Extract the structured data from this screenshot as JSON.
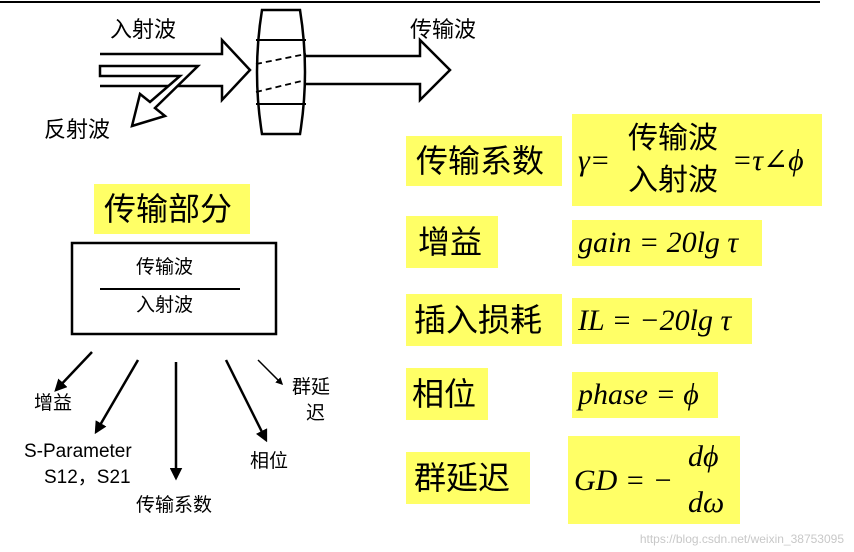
{
  "top_diagram": {
    "incident_label": "入射波",
    "reflected_label": "反射波",
    "transmitted_label": "传输波"
  },
  "transfer_section": {
    "title": "传输部分",
    "box_numerator": "传输波",
    "box_denominator": "入射波"
  },
  "outputs": {
    "gain": "增益",
    "sparam_line1": "S-Parameter",
    "sparam_line2": "S12，S21",
    "transmission_coeff": "传输系数",
    "phase": "相位",
    "group_delay_line1": "群延",
    "group_delay_line2": "迟"
  },
  "definitions": {
    "transmission_coeff": {
      "label": "传输系数",
      "symbol": "γ=",
      "numerator": "传输波",
      "denominator": "入射波",
      "rhs": "=τ∠ϕ"
    },
    "gain": {
      "label": "增益",
      "formula": "gain = 20lg τ"
    },
    "insertion_loss": {
      "label": "插入损耗",
      "formula": "IL = −20lg τ"
    },
    "phase": {
      "label": "相位",
      "formula": "phase = ϕ"
    },
    "group_delay": {
      "label": "群延迟",
      "lhs": "GD = −",
      "numerator": "dϕ",
      "denominator": "dω"
    }
  },
  "watermark": "https://blog.csdn.net/weixin_38753095",
  "colors": {
    "highlight": "#ffff66",
    "ink": "#000000"
  }
}
